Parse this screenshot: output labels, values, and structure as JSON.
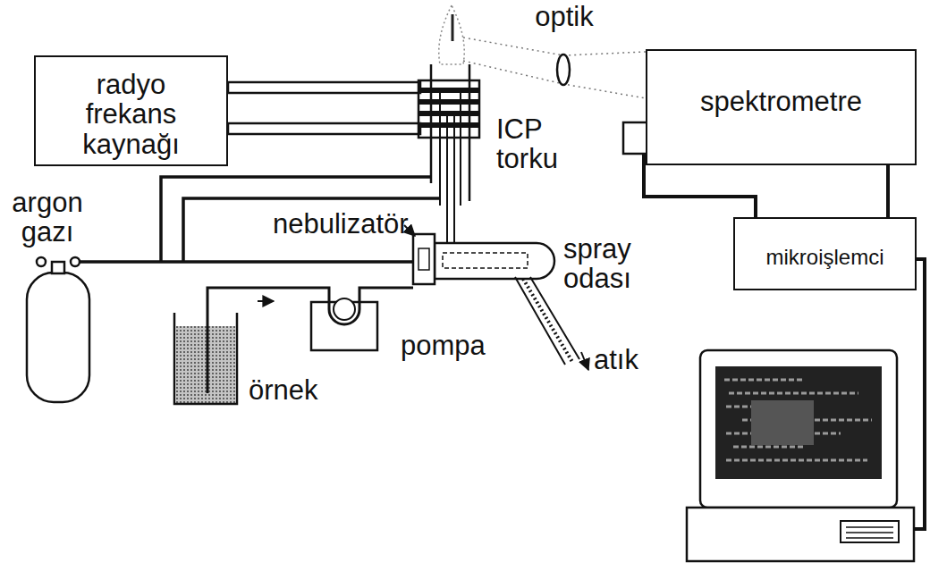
{
  "diagram": {
    "nodes": [
      {
        "text": [
          "radyo frekans kaynağı"
        ]
      },
      {
        "text": [
          "spektrometre"
        ]
      },
      {
        "text": [
          "mikroişlemci"
        ]
      }
    ],
    "edges": [
      {
        "from": 1,
        "to": 2,
        "arrow": "none"
      },
      {
        "from": 1,
        "to": 2,
        "arrow": "none"
      }
    ],
    "labels": [
      "optik",
      "ICP torku",
      "argon gazı",
      "nebulizatör",
      "spray odası",
      "pompa",
      "örnek",
      "atık"
    ]
  }
}
